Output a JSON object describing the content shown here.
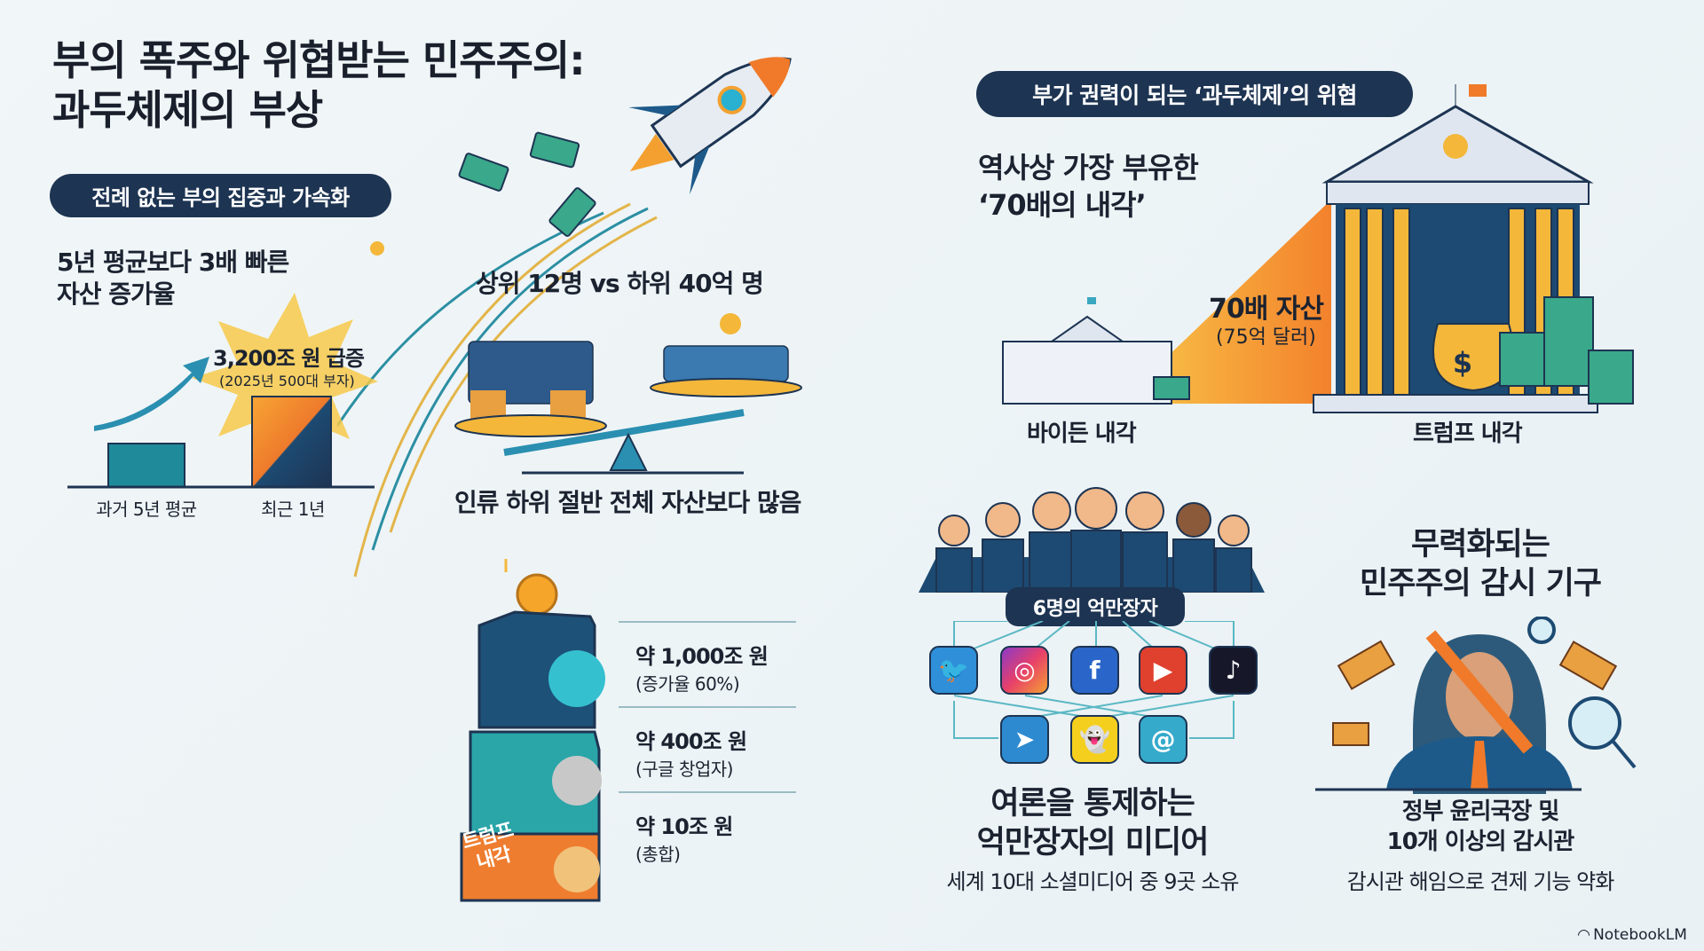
{
  "title": {
    "line1": "부의 폭주와 위협받는 민주주의:",
    "line2": "과두체제의 부상"
  },
  "left_section": {
    "pill": "전례 없는 부의 집중과 가속화",
    "growth": {
      "heading_line1": "5년 평균보다 3배 빠른",
      "heading_line2": "자산 증가율",
      "callout": "3,200조 원 급증",
      "callout_sub": "(2025년 500대 부자)",
      "bars": [
        {
          "label": "과거 5년 평균",
          "value": 1
        },
        {
          "label": "최근 1년",
          "value": 3
        }
      ]
    },
    "scale": {
      "heading": "상위 12명  vs  하위 40억 명",
      "caption": "인류 하위 절반 전체 자산보다 많음"
    },
    "stack": {
      "box_label_line1": "트럼프",
      "box_label_line2": "내각",
      "items": [
        {
          "amount": "약 1,000조 원",
          "note": "(증가율 60%)"
        },
        {
          "amount": "약 400조 원",
          "note": "(구글 창업자)"
        },
        {
          "amount": "약 10조 원",
          "note": "(총합)"
        }
      ]
    }
  },
  "right_section": {
    "pill": "부가 권력이 되는 ‘과두체제’의 위협",
    "cabinet": {
      "heading_line1": "역사상 가장 부유한",
      "heading_line2": "‘70배의 내각’",
      "ratio": "70배 자산",
      "ratio_sub": "(75억 달러)",
      "left_label": "바이든 내각",
      "right_label": "트럼프 내각"
    },
    "media": {
      "pill": "6명의 억만장자",
      "heading_line1": "여론을 통제하는",
      "heading_line2": "억만장자의 미디어",
      "caption": "세계 10대 소셜미디어 중 9곳 소유",
      "icons": [
        {
          "name": "twitter-icon",
          "glyph": "🐦",
          "color": "#2f8fd8"
        },
        {
          "name": "instagram-icon",
          "glyph": "◎",
          "color": "#d8407a"
        },
        {
          "name": "facebook-icon",
          "glyph": "f",
          "color": "#2a66c9"
        },
        {
          "name": "youtube-icon",
          "glyph": "▶",
          "color": "#e0402e"
        },
        {
          "name": "tiktok-icon",
          "glyph": "♪",
          "color": "#16182a"
        },
        {
          "name": "telegram-icon",
          "glyph": "➤",
          "color": "#2e8ad0"
        },
        {
          "name": "snapchat-icon",
          "glyph": "👻",
          "color": "#f4cf1e"
        },
        {
          "name": "threads-icon",
          "glyph": "@",
          "color": "#35aacb"
        }
      ]
    },
    "oversight": {
      "heading_line1": "무력화되는",
      "heading_line2": "민주주의 감시 기구",
      "sub_line1": "정부 윤리국장 및",
      "sub_line2": "10개 이상의 감시관",
      "caption": "감시관 해임으로 견제 기능 약화"
    }
  },
  "footer": {
    "brand": "NotebookLM"
  },
  "colors": {
    "navy": "#1d3452",
    "orange": "#f08a2c",
    "teal": "#2aa5b0",
    "gold": "#f4b73a"
  }
}
